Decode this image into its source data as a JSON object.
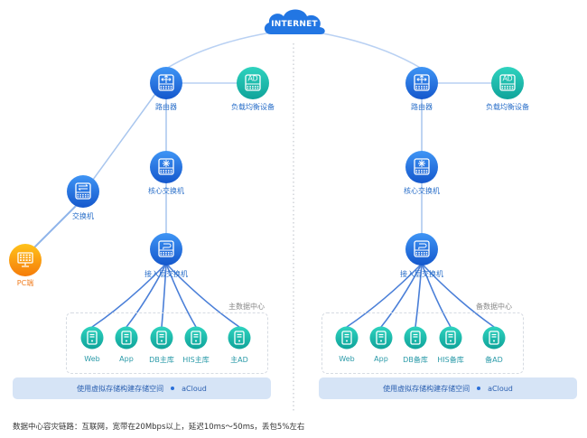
{
  "internet": {
    "label": "INTERNET"
  },
  "sites": [
    {
      "id": "primary",
      "datacenter_label": "主数据中心",
      "router": {
        "label": "路由器",
        "icon": "router-icon"
      },
      "load_balancer": {
        "label": "负载均衡设备",
        "icon": "ad-load-balancer-icon",
        "badge": "AD"
      },
      "core_switch": {
        "label": "核心交换机",
        "icon": "core-switch-icon"
      },
      "access_switch": {
        "label": "接入层交换机",
        "icon": "access-switch-icon"
      },
      "servers": [
        {
          "label": "Web"
        },
        {
          "label": "App"
        },
        {
          "label": "DB主库"
        },
        {
          "label": "HIS主库"
        },
        {
          "label": "主AD"
        }
      ],
      "storage": {
        "text": "使用虚拟存储构建存储空间",
        "product": "aCloud"
      }
    },
    {
      "id": "backup",
      "datacenter_label": "备数据中心",
      "router": {
        "label": "路由器",
        "icon": "router-icon"
      },
      "load_balancer": {
        "label": "负载均衡设备",
        "icon": "ad-load-balancer-icon",
        "badge": "AD"
      },
      "core_switch": {
        "label": "核心交换机",
        "icon": "core-switch-icon"
      },
      "access_switch": {
        "label": "接入层交换机",
        "icon": "access-switch-icon"
      },
      "servers": [
        {
          "label": "Web"
        },
        {
          "label": "App"
        },
        {
          "label": "DB备库"
        },
        {
          "label": "HIS备库"
        },
        {
          "label": "备AD"
        }
      ],
      "storage": {
        "text": "使用虚拟存储构建存储空间",
        "product": "aCloud"
      }
    }
  ],
  "branch": {
    "switch": {
      "label": "交换机",
      "icon": "switch-icon"
    },
    "pc": {
      "label": "PC端",
      "icon": "pc-monitor-icon"
    }
  },
  "footer": {
    "text": "数据中心容灾链路：互联网，宽带在20Mbps以上，延迟10ms～50ms，丢包5%左右"
  },
  "colors": {
    "blue_node": "#1f6fe0",
    "teal_node": "#14b3a8",
    "orange_node": "#f5900f",
    "link": "#7aa8e8",
    "storage_bar": "#d6e4f6"
  }
}
